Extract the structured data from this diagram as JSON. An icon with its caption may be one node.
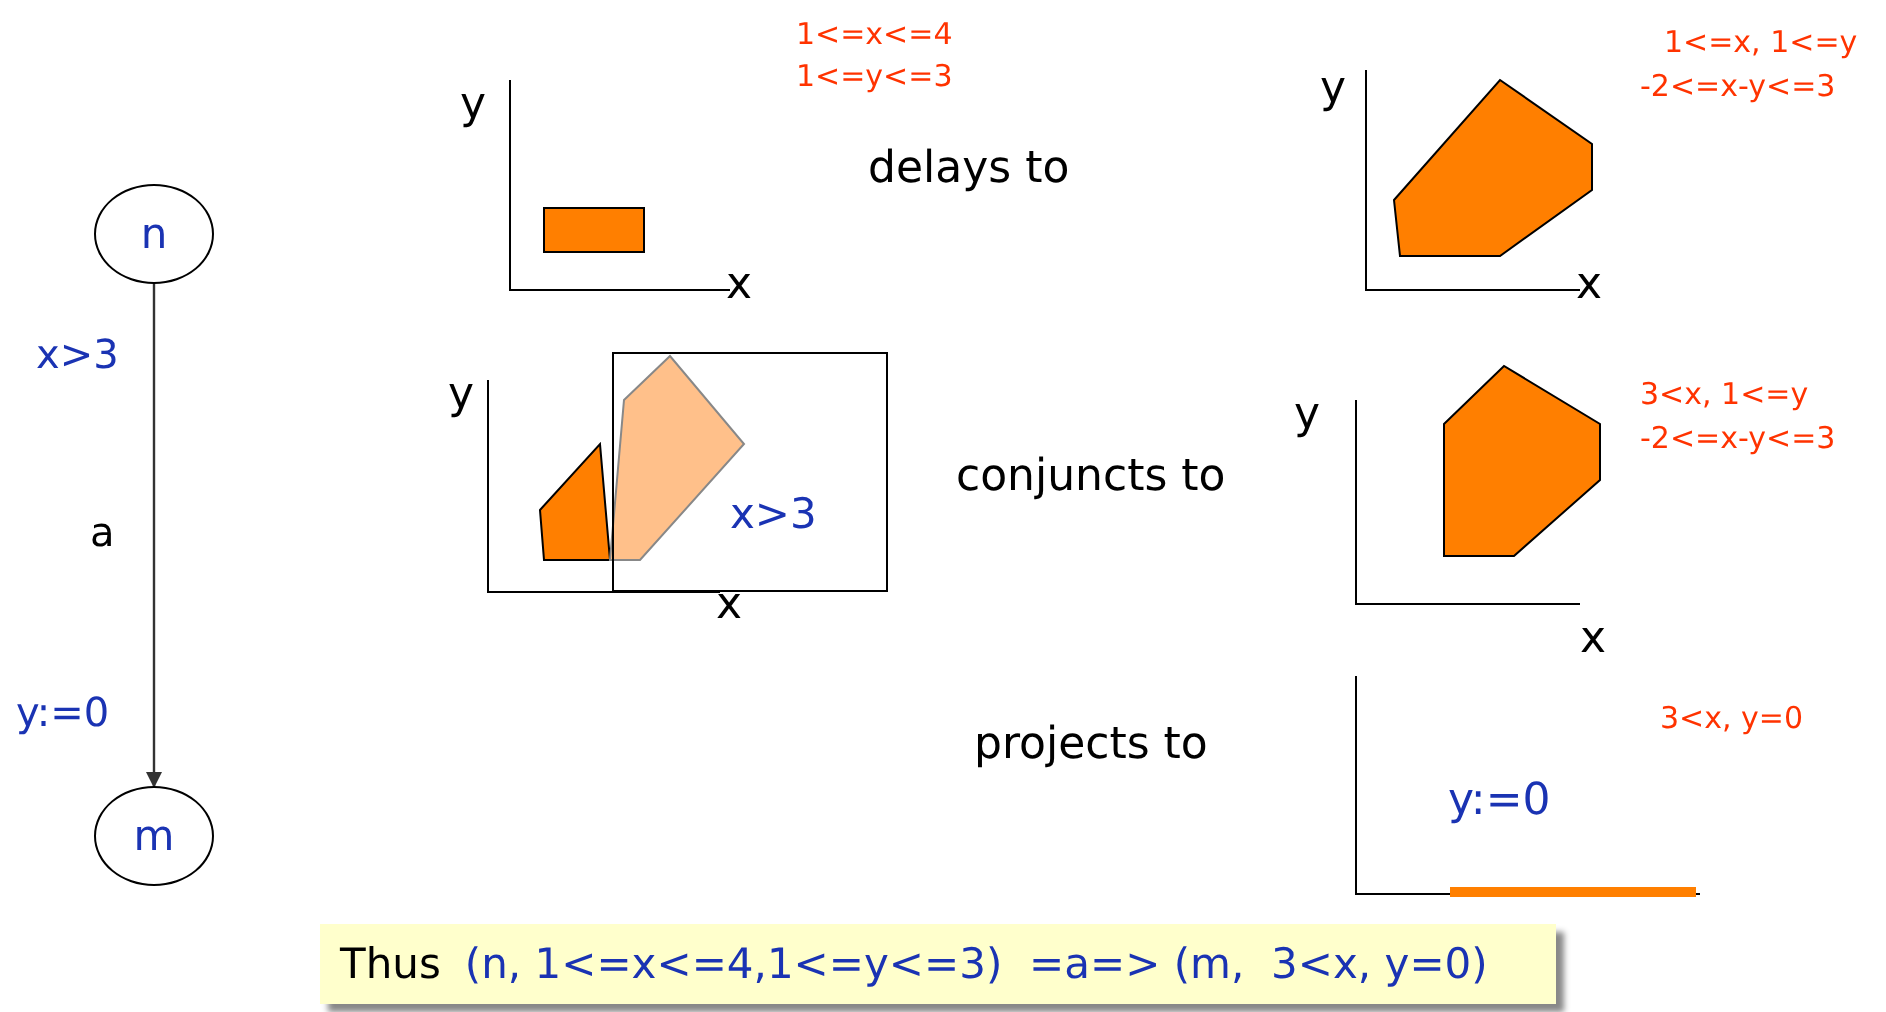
{
  "diagram": {
    "nodes": [
      {
        "text": [
          "n"
        ]
      },
      {
        "text": [
          "m"
        ]
      },
      {
        "text": [
          "x>3"
        ]
      },
      {
        "text": [
          "Thus",
          "(n, 1<=x<=4,1<=y<=3)  =a=> (m,  3<x, y=0)"
        ]
      }
    ],
    "edges": [
      {
        "from": 0,
        "to": 1,
        "arrow": "to",
        "label": "a"
      }
    ],
    "labels": [
      "1<=x<=4",
      "1<=y<=3",
      "y",
      "1<=x, 1<=y",
      "-2<=x-y<=3",
      "y",
      "delays to",
      "x",
      "x",
      "x>3",
      "3<x, 1<=y",
      "-2<=x-y<=3",
      "y",
      "y",
      "conjuncts to",
      "x",
      "x",
      "y:=0",
      "3<x, y=0",
      "projects to",
      "y:=0"
    ]
  }
}
